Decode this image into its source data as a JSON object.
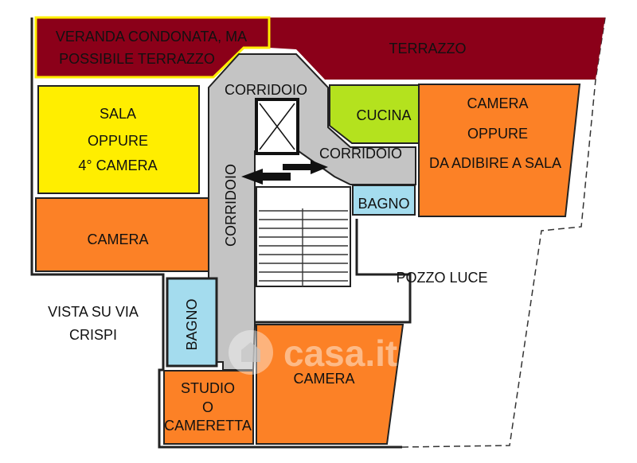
{
  "rooms": {
    "veranda": {
      "line1": "VERANDA CONDONATA, MA",
      "line2": "POSSIBILE TERRAZZO"
    },
    "terrazzo": {
      "label": "TERRAZZO"
    },
    "corridoio_top": {
      "label": "CORRIDOIO"
    },
    "corridoio_side": {
      "label": "CORRIDOIO"
    },
    "corridoio_vertical": {
      "label": "CORRIDOIO"
    },
    "cucina": {
      "label": "CUCINA"
    },
    "sala": {
      "line1": "SALA",
      "line2": "OPPURE",
      "line3": "4° CAMERA"
    },
    "camera_right": {
      "line1": "CAMERA",
      "line2": "OPPURE",
      "line3": "DA ADIBIRE A SALA"
    },
    "bagno_top": {
      "label": "BAGNO"
    },
    "camera_left": {
      "label": "CAMERA"
    },
    "pozzo_luce": {
      "label": "POZZO LUCE"
    },
    "vista": {
      "line1": "VISTA SU VIA",
      "line2": "CRISPI"
    },
    "bagno_bottom": {
      "label": "BAGNO"
    },
    "camera_bottom": {
      "label": "CAMERA"
    },
    "studio": {
      "line1": "STUDIO",
      "line2": "O",
      "line3": "CAMERETTA"
    }
  },
  "watermark": {
    "text": "casa.it"
  },
  "colors": {
    "terrace": "#8b0019",
    "yellow": "#ffee00",
    "orange": "#fc8126",
    "green": "#b4e21e",
    "blue": "#a4dcee",
    "corridor": "#c4c4c4"
  }
}
